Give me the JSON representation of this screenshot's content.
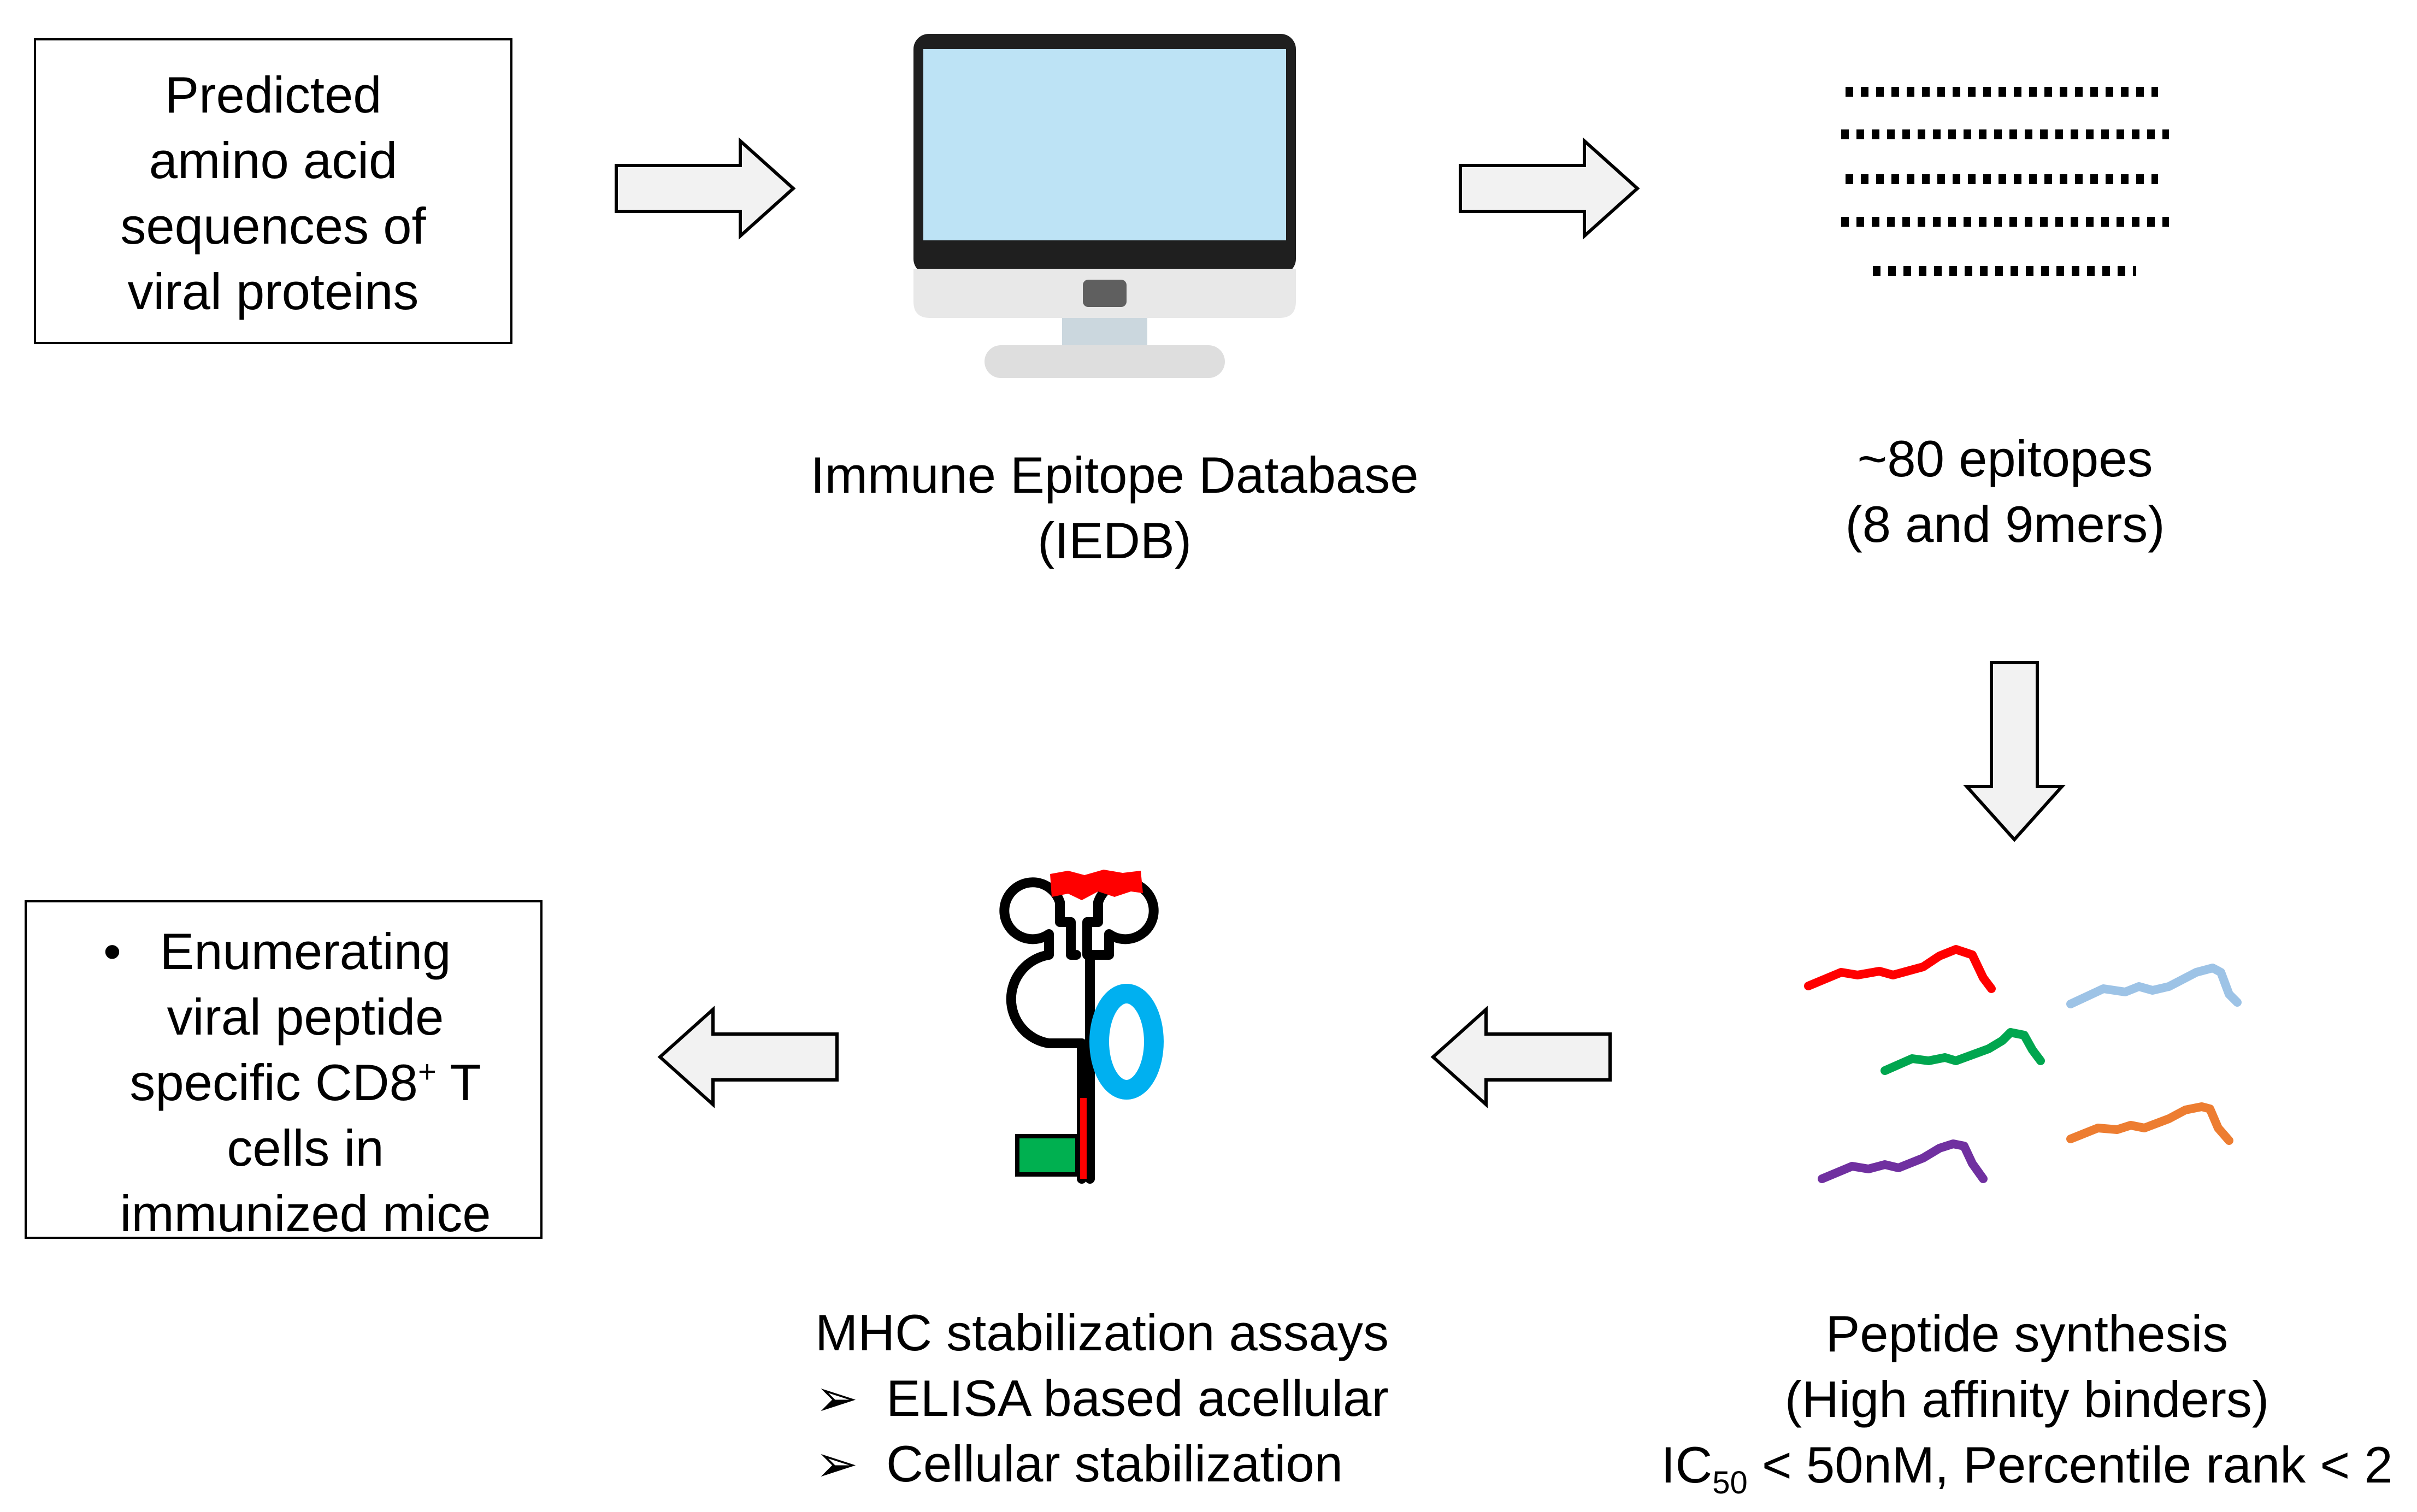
{
  "input_box": {
    "lines": [
      "Predicted",
      "amino acid",
      "sequences of",
      "viral proteins"
    ]
  },
  "iedb": {
    "icon": "computer-monitor-icon",
    "lines": [
      "Immune Epitope Database",
      "(IEDB)"
    ]
  },
  "epitopes": {
    "icon": "dotted-sequence-lines-icon",
    "lines": [
      "~80 epitopes",
      "(8 and 9mers)"
    ]
  },
  "peptide": {
    "icon": "peptide-chains-icon",
    "line1": "Peptide synthesis",
    "line2": "(High affinity binders)",
    "ic_prefix": "IC",
    "ic_sub": "50",
    "ic_rest": " < 50nM, Percentile rank < 2",
    "chain_colors": [
      "#ff0000",
      "#9dc3e6",
      "#00a64f",
      "#ed7d31",
      "#7030a0"
    ]
  },
  "mhc": {
    "icon": "mhc-molecule-icon",
    "title": "MHC stabilization assays",
    "bullet_glyph": "➢",
    "items": [
      "ELISA based acellular",
      "Cellular stabilization"
    ],
    "colors": {
      "peptide": "#ff0000",
      "beta2m": "#00b0f0",
      "tag": "#00b050"
    }
  },
  "output_box": {
    "bullet_glyph": "•",
    "line1": "Enumerating",
    "line2": "viral peptide",
    "line3_a": "specific CD8",
    "line3_sup": "+",
    "line3_b": " T",
    "line4": "cells in",
    "line5": "immunized mice"
  },
  "arrows": {
    "fill": "#f2f2f2",
    "stroke": "#000000"
  }
}
